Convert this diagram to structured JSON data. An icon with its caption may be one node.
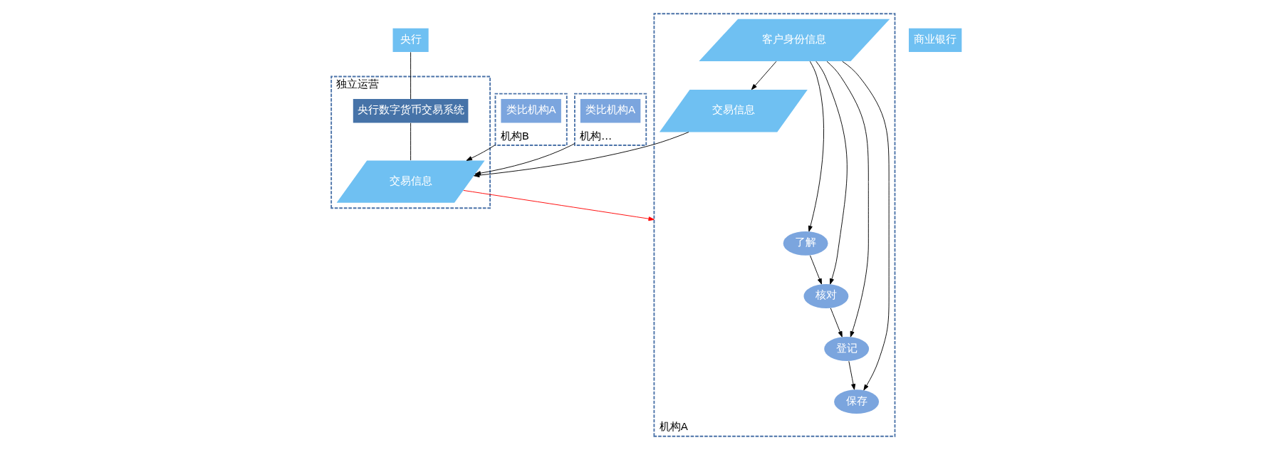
{
  "diagram": {
    "nodes": [
      {
        "text": [
          "央行"
        ]
      },
      {
        "text": [
          "独立运营"
        ]
      },
      {
        "text": [
          "央行数字货币交易系统"
        ],
        "in": 1
      },
      {
        "text": [
          "交易信息"
        ],
        "in": 1
      },
      {
        "text": [
          "商业银行"
        ]
      },
      {
        "text": [
          "机构A"
        ]
      },
      {
        "text": [
          "了解"
        ],
        "in": 5
      },
      {
        "text": [
          "核对"
        ],
        "in": 5
      },
      {
        "text": [
          "登记"
        ],
        "in": 5
      },
      {
        "text": [
          "保存"
        ],
        "in": 5
      },
      {
        "text": [
          "客户身份信息"
        ],
        "in": 5
      },
      {
        "text": [
          "交易信息"
        ],
        "in": 5
      },
      {
        "text": [
          "机构B"
        ]
      },
      {
        "text": [
          "类比机构A"
        ],
        "in": 12
      },
      {
        "text": [
          "机构…"
        ]
      },
      {
        "text": [
          "类比机构A"
        ],
        "in": 14
      }
    ],
    "edges": [
      {
        "from": 0,
        "to": 2,
        "arrow": "none"
      },
      {
        "from": 2,
        "to": 3,
        "arrow": "none"
      },
      {
        "from": 3,
        "to": 5,
        "arrow": "to",
        "color": "#ff0000"
      },
      {
        "from": 10,
        "to": 6,
        "arrow": "to"
      },
      {
        "from": 10,
        "to": 7,
        "arrow": "to"
      },
      {
        "from": 10,
        "to": 8,
        "arrow": "to"
      },
      {
        "from": 10,
        "to": 9,
        "arrow": "to"
      },
      {
        "from": 6,
        "to": 7,
        "arrow": "to"
      },
      {
        "from": 7,
        "to": 8,
        "arrow": "to"
      },
      {
        "from": 8,
        "to": 9,
        "arrow": "to"
      },
      {
        "from": 10,
        "to": 11,
        "arrow": "to"
      },
      {
        "from": 11,
        "to": 3,
        "arrow": "to"
      },
      {
        "from": 12,
        "to": 3,
        "arrow": "to"
      },
      {
        "from": 14,
        "to": 3,
        "arrow": "to"
      }
    ]
  }
}
